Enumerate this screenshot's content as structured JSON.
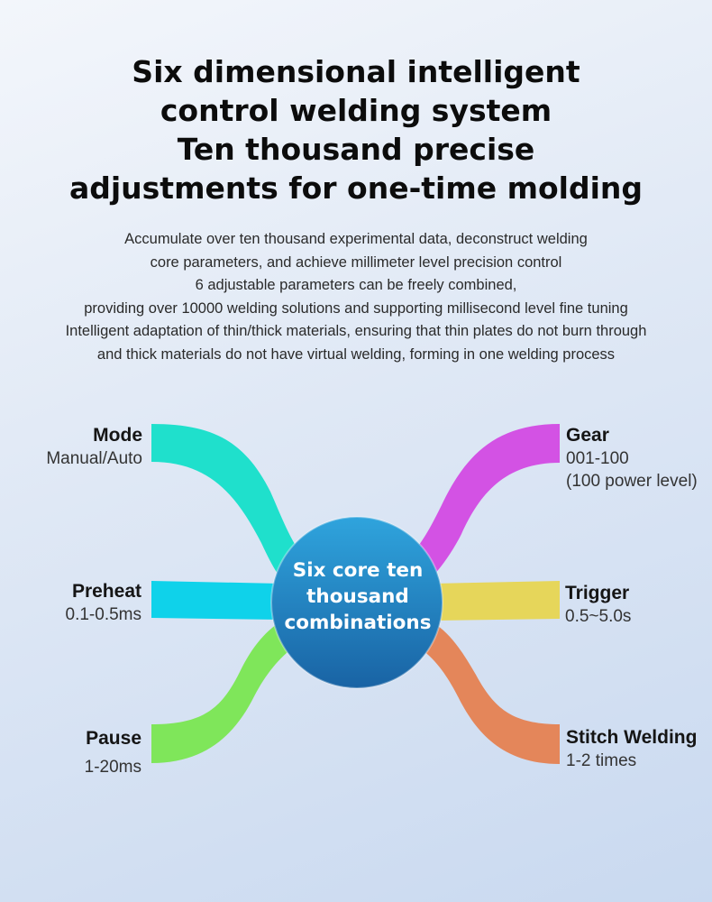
{
  "title": {
    "lines": [
      "Six dimensional intelligent",
      "control welding system",
      "Ten thousand precise",
      "adjustments for one-time molding"
    ]
  },
  "description": {
    "lines": [
      "Accumulate over ten thousand experimental data, deconstruct welding",
      "core parameters, and achieve millimeter level precision control",
      "6 adjustable parameters can be freely combined,",
      "providing over 10000 welding solutions and supporting millisecond level fine tuning",
      "Intelligent adaptation of thin/thick materials, ensuring that thin plates do not burn through",
      "and thick materials do not have virtual welding, forming in one welding process"
    ]
  },
  "hub": {
    "lines": [
      "Six core ten",
      "thousand",
      "combinations"
    ],
    "colors": {
      "top": "#2fa4dd",
      "bottom": "#1963a4"
    }
  },
  "parameters": {
    "mode": {
      "name": "Mode",
      "value": "Manual/Auto",
      "color": "#1fe0cc"
    },
    "preheat": {
      "name": "Preheat",
      "value": "0.1-0.5ms",
      "color": "#0fd2ea"
    },
    "pause": {
      "name": "Pause",
      "value": "1-20ms",
      "color": "#7fe65a"
    },
    "gear": {
      "name": "Gear",
      "value": "001-100",
      "value2": "(100 power level)",
      "color": "#d352e4"
    },
    "trigger": {
      "name": "Trigger",
      "value": "0.5~5.0s",
      "color": "#e6d65a"
    },
    "stitch": {
      "name": "Stitch Welding",
      "value": "1-2 times",
      "color": "#e4865a"
    }
  }
}
